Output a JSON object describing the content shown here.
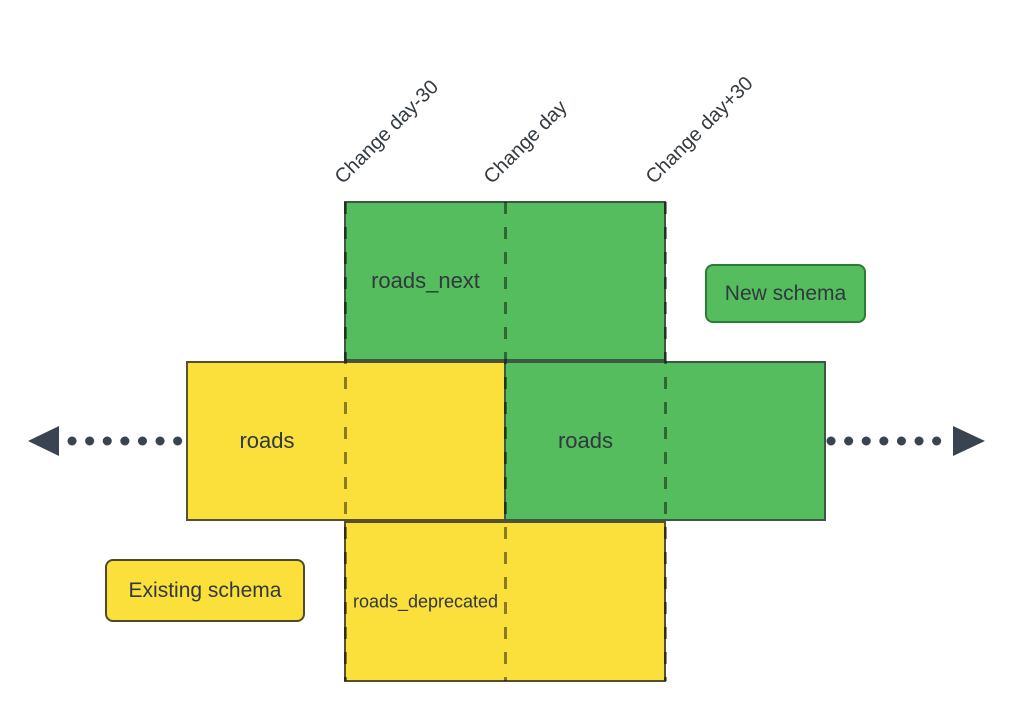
{
  "diagram": {
    "timeline": {
      "labels": [
        {
          "label": "Change day-30"
        },
        {
          "label": "Change day"
        },
        {
          "label": "Change day+30"
        }
      ]
    },
    "boxes": [
      {
        "id": "roads-next",
        "label": "roads_next",
        "schema": "new"
      },
      {
        "id": "roads-existing",
        "label": "roads",
        "schema": "existing"
      },
      {
        "id": "roads-new",
        "label": "roads",
        "schema": "new"
      },
      {
        "id": "roads-deprecated",
        "label": "roads_deprecated",
        "schema": "existing"
      }
    ],
    "legend": [
      {
        "label": "New schema",
        "color": "#55bd5d"
      },
      {
        "label": "Existing schema",
        "color": "#fbdf3b"
      }
    ],
    "colors": {
      "new_schema_fill": "#55bd5d",
      "existing_schema_fill": "#fbdf3b",
      "arrow": "#3a4350",
      "text": "#333b41",
      "dash_marker": "rgba(0,0,0,0.45)"
    }
  }
}
